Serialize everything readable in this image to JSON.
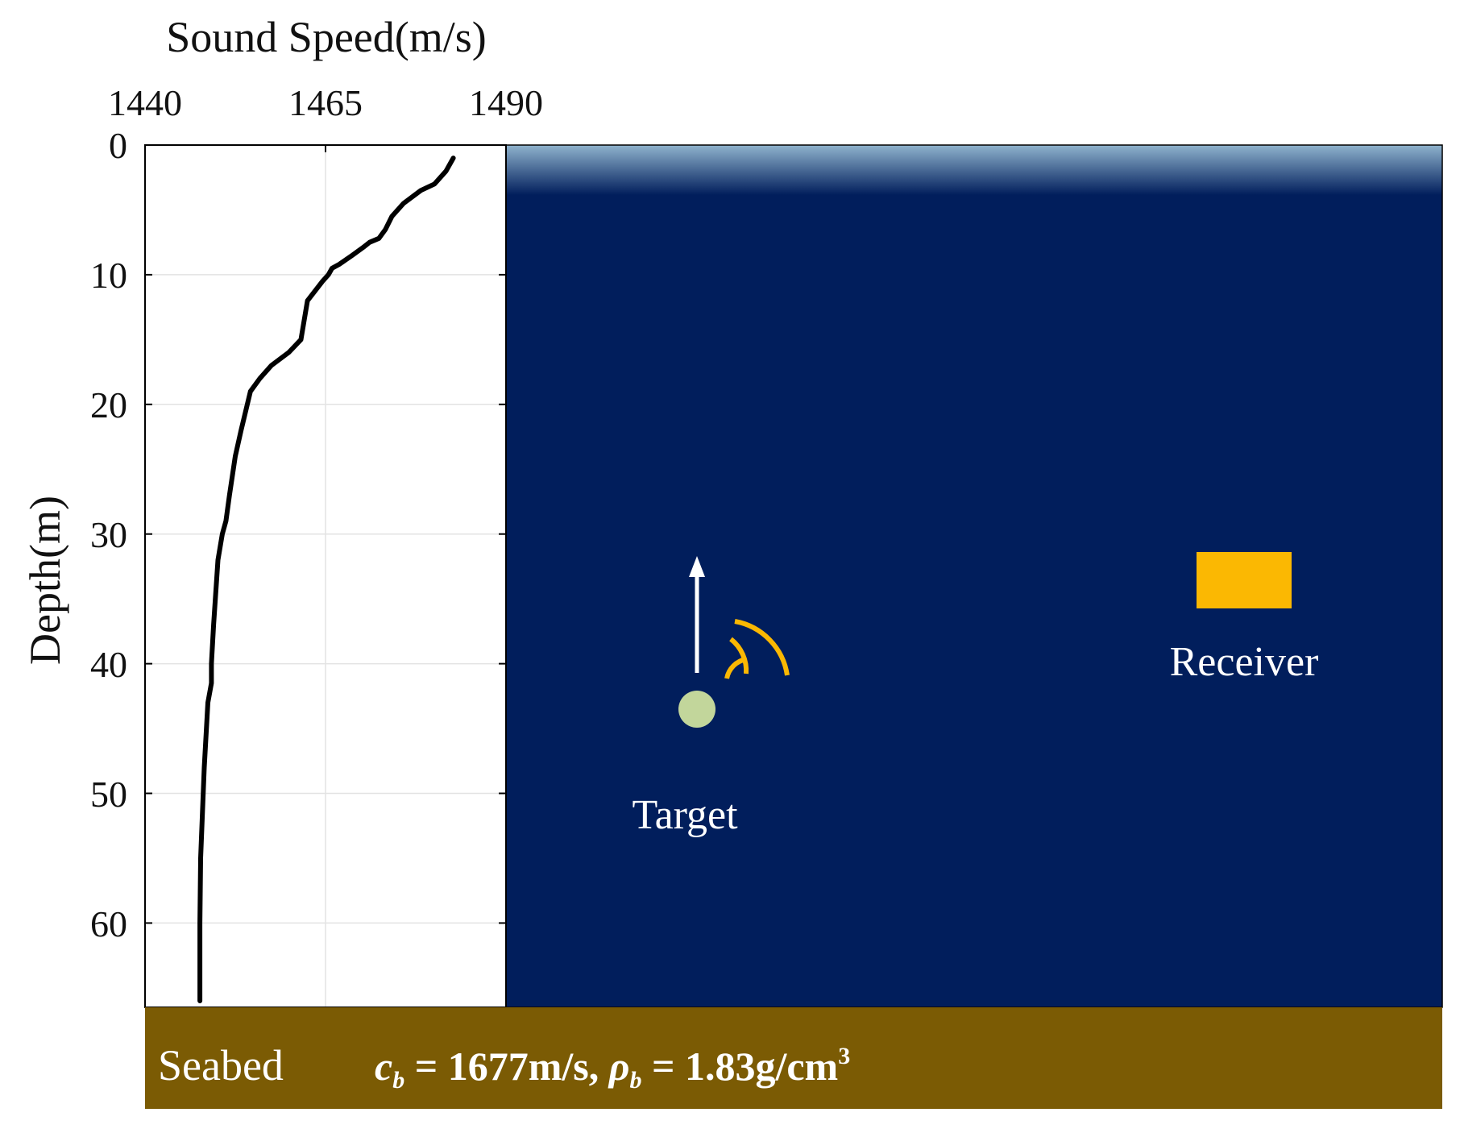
{
  "figure": {
    "xlabel": "Sound Speed(m/s)",
    "ylabel": "Depth(m)",
    "x_ticks": [
      "1440",
      "1465",
      "1490"
    ],
    "y_ticks": [
      "0",
      "10",
      "20",
      "30",
      "40",
      "50",
      "60"
    ],
    "target_label": "Target",
    "receiver_label": "Receiver",
    "seabed_label": "Seabed",
    "seabed_params": {
      "c_symbol": "c",
      "c_sub": "b",
      "c_value": " = 1677m/s, ",
      "rho_symbol": "ρ",
      "rho_sub": "b",
      "rho_value": " = 1.83g/cm",
      "rho_exp": "3"
    }
  },
  "colors": {
    "water": "#011e5c",
    "surface": "#8fb3cd",
    "seabed": "#7b5b04",
    "receiver": "#fbb802",
    "target": "#c2d69b",
    "waves": "#fbb802",
    "profile": "#000000"
  },
  "chart_data": {
    "type": "line",
    "xlabel": "Sound Speed(m/s)",
    "ylabel": "Depth(m)",
    "xlim": [
      1440,
      1490
    ],
    "ylim": [
      0,
      66.5
    ],
    "y_reversed": true,
    "x_axis_position": "top",
    "grid": true,
    "series": [
      {
        "x": [
          1482.7,
          1481.7,
          1480.1,
          1478.2,
          1475.8,
          1474.2,
          1473.3,
          1472.4,
          1471.1,
          1470.2,
          1468.7,
          1466.9,
          1465.9,
          1465.4,
          1464.6,
          1462.5,
          1461.6,
          1459.9,
          1457.5,
          1455.9,
          1454.6,
          1453.3,
          1452.5,
          1451.7,
          1451.2,
          1450.7,
          1450.1,
          1449.5,
          1449.2,
          1449.2,
          1448.7,
          1448.2,
          1447.7,
          1447.6,
          1447.6
        ],
        "y": [
          1,
          2,
          3,
          3.5,
          4.5,
          5.5,
          6.5,
          7.2,
          7.5,
          7.9,
          8.5,
          9.2,
          9.5,
          10,
          10.5,
          12,
          15,
          16,
          17,
          18,
          19,
          22,
          24,
          27,
          29,
          30,
          32,
          37,
          40,
          41.5,
          43,
          48,
          55,
          60,
          66
        ]
      }
    ]
  }
}
